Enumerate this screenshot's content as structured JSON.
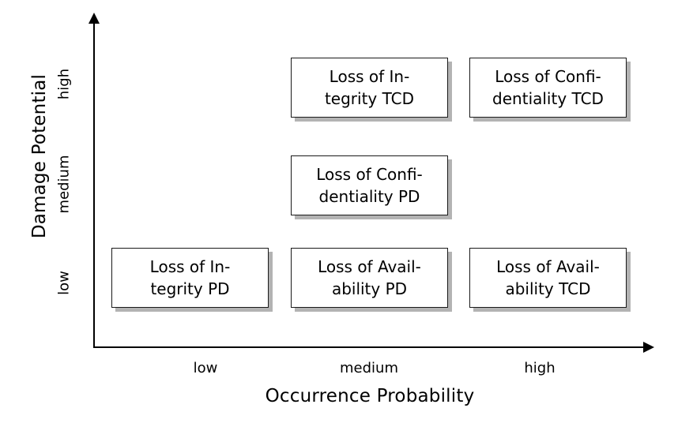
{
  "chart_data": {
    "type": "scatter",
    "title": "",
    "xlabel": "Occurrence Probability",
    "ylabel": "Damage Potential",
    "x_categories": [
      "low",
      "medium",
      "high"
    ],
    "y_categories": [
      "low",
      "medium",
      "high"
    ],
    "grid": false,
    "legend": "none",
    "items": [
      {
        "label": "Loss of Integrity TCD",
        "line1": "Loss of In-",
        "line2": "tegrity TCD",
        "x": "medium",
        "y": "high"
      },
      {
        "label": "Loss of Confidentiality TCD",
        "line1": "Loss of Confi-",
        "line2": "dentiality TCD",
        "x": "high",
        "y": "high"
      },
      {
        "label": "Loss of Confidentiality PD",
        "line1": "Loss of Confi-",
        "line2": "dentiality PD",
        "x": "medium",
        "y": "medium"
      },
      {
        "label": "Loss of Integrity PD",
        "line1": "Loss of In-",
        "line2": "tegrity PD",
        "x": "low",
        "y": "low"
      },
      {
        "label": "Loss of Availability PD",
        "line1": "Loss of Avail-",
        "line2": "ability PD",
        "x": "medium",
        "y": "low"
      },
      {
        "label": "Loss of Availability TCD",
        "line1": "Loss of Avail-",
        "line2": "ability TCD",
        "x": "high",
        "y": "low"
      }
    ]
  },
  "axes": {
    "y": {
      "title": "Damage Potential",
      "ticks": {
        "high": "high",
        "medium": "medium",
        "low": "low"
      }
    },
    "x": {
      "title": "Occurrence Probability",
      "ticks": {
        "low": "low",
        "medium": "medium",
        "high": "high"
      }
    }
  },
  "colors": {
    "background": "#ffffff",
    "axis": "#000000",
    "box_border": "#1a1a1a",
    "box_fill": "#ffffff",
    "box_shadow": "#b3b3b3",
    "text": "#000000"
  }
}
